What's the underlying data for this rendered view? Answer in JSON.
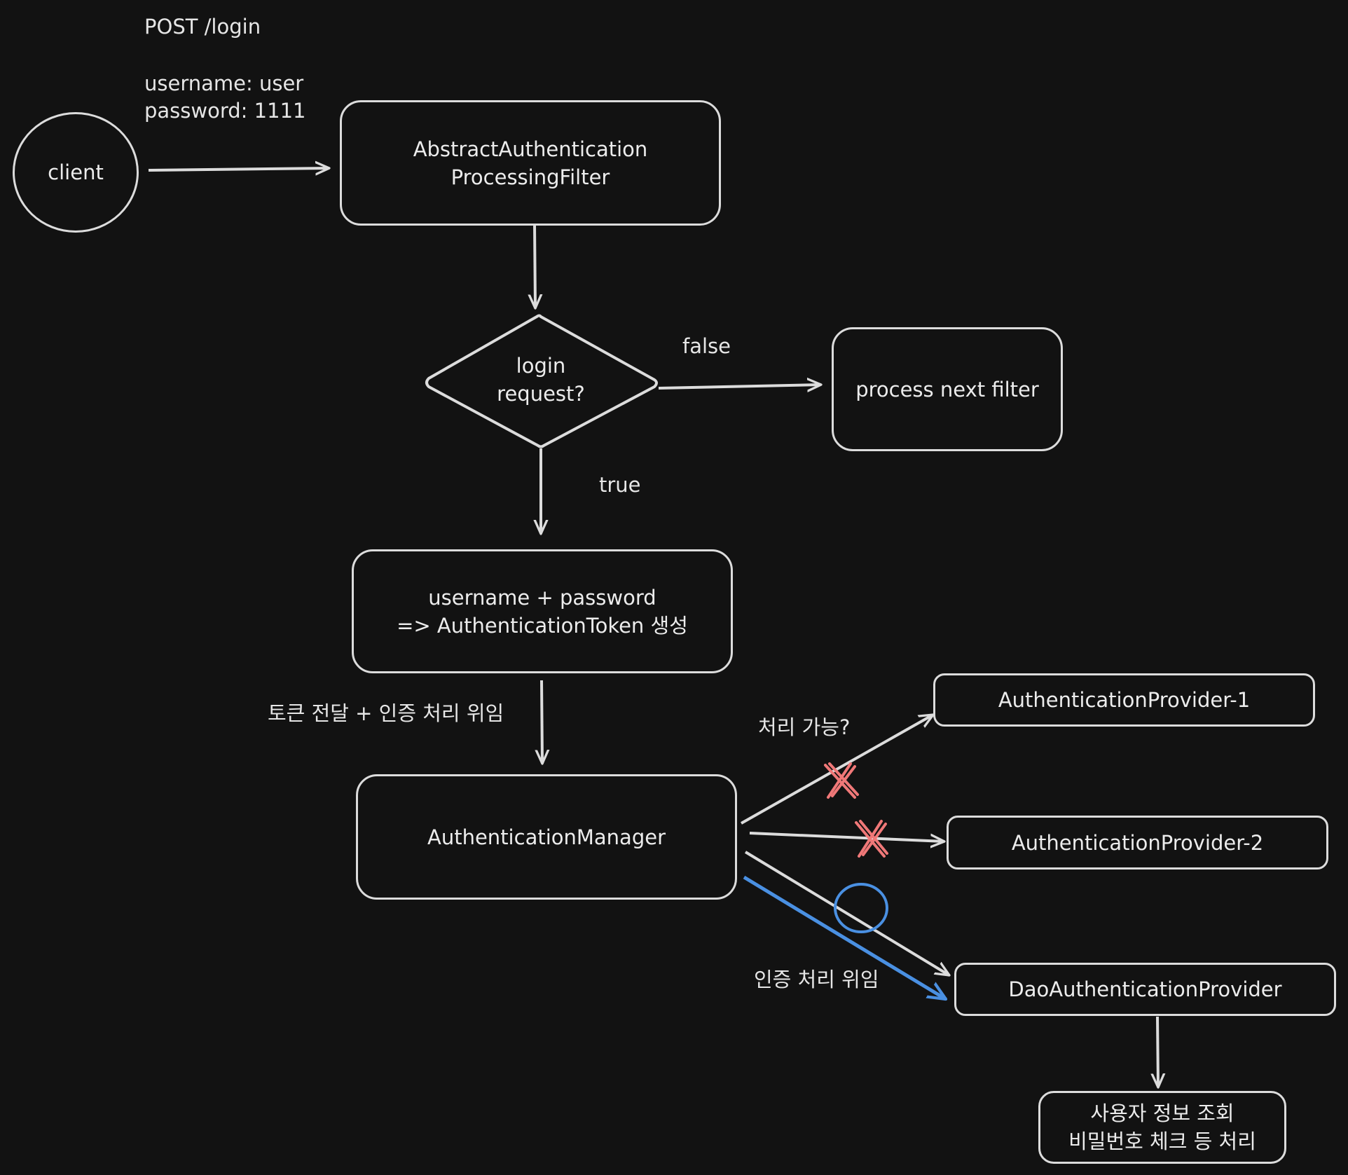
{
  "request": {
    "line1": "POST /login",
    "line2": "username: user",
    "line3": "password: 1111"
  },
  "nodes": {
    "client": "client",
    "filter_line1": "AbstractAuthentication",
    "filter_line2": "ProcessingFilter",
    "decision_line1": "login",
    "decision_line2": "request?",
    "next_filter": "process next filter",
    "token_line1": "username + password",
    "token_line2": "=> AuthenticationToken 생성",
    "manager": "AuthenticationManager",
    "provider1": "AuthenticationProvider-1",
    "provider2": "AuthenticationProvider-2",
    "dao_provider": "DaoAuthenticationProvider",
    "user_line1": "사용자 정보 조회",
    "user_line2": "비밀번호 체크 등 처리"
  },
  "edge_labels": {
    "false": "false",
    "true": "true",
    "delegate_token": "토큰 전달 + 인증 처리 위임",
    "can_process": "처리 가능?",
    "delegate_auth": "인증 처리 위임"
  },
  "colors": {
    "background": "#121212",
    "stroke": "#dcdcdc",
    "reject_mark": "#f07878",
    "accept_mark": "#4a90e2",
    "selected_path": "#4a90e2"
  },
  "marks": {
    "provider1": "reject",
    "provider2": "reject",
    "dao_provider": "accept"
  }
}
